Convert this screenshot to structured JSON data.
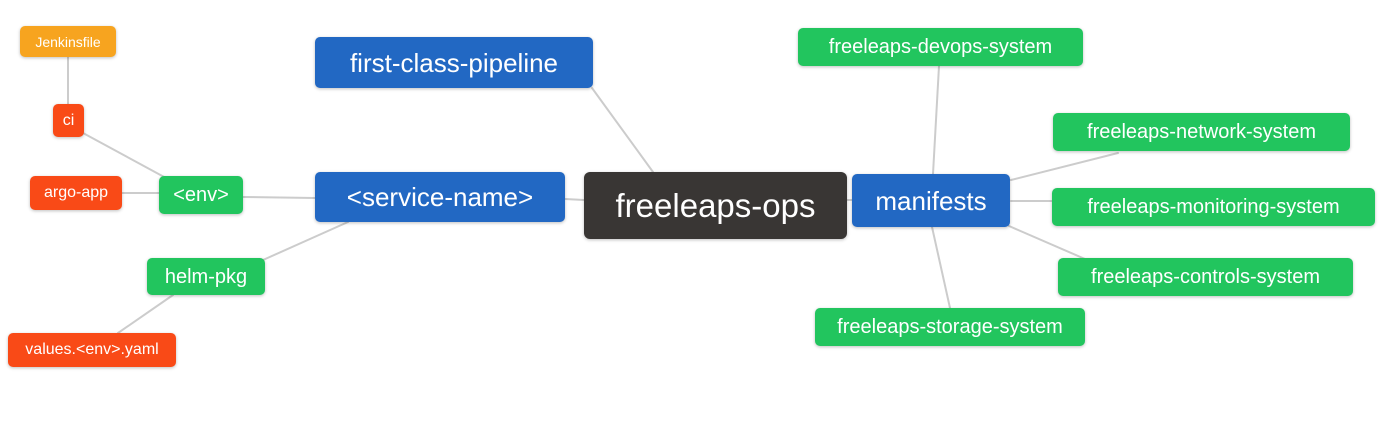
{
  "diagram": {
    "type": "mindmap",
    "palette": {
      "root_dark": "#393634",
      "branch_blue": "#2268c3",
      "leaf_green": "#22c55e",
      "leaf_red_orange": "#f94a17",
      "leaf_amber": "#f7a41f",
      "edge_gray": "#cccccc",
      "background": "#ffffff",
      "text": "#ffffff"
    },
    "nodes": {
      "root": {
        "label": "freeleaps-ops",
        "color": "#393634"
      },
      "first_class_pipeline": {
        "label": "first-class-pipeline",
        "color": "#2268c3"
      },
      "service_name": {
        "label": "<service-name>",
        "color": "#2268c3"
      },
      "manifests": {
        "label": "manifests",
        "color": "#2268c3"
      },
      "env": {
        "label": "<env>",
        "color": "#22c55e"
      },
      "helm_pkg": {
        "label": "helm-pkg",
        "color": "#22c55e"
      },
      "ci": {
        "label": "ci",
        "color": "#f94a17"
      },
      "argo_app": {
        "label": "argo-app",
        "color": "#f94a17"
      },
      "values_env_yaml": {
        "label": "values.<env>.yaml",
        "color": "#f94a17"
      },
      "jenkinsfile": {
        "label": "Jenkinsfile",
        "color": "#f7a41f"
      },
      "devops_system": {
        "label": "freeleaps-devops-system",
        "color": "#22c55e"
      },
      "network_system": {
        "label": "freeleaps-network-system",
        "color": "#22c55e"
      },
      "monitoring_system": {
        "label": "freeleaps-monitoring-system",
        "color": "#22c55e"
      },
      "controls_system": {
        "label": "freeleaps-controls-system",
        "color": "#22c55e"
      },
      "storage_system": {
        "label": "freeleaps-storage-system",
        "color": "#22c55e"
      }
    },
    "edges": [
      "jenkinsfile-ci",
      "ci-env",
      "argo_app-env",
      "env-service_name",
      "service_name-helm_pkg",
      "helm_pkg-values_env_yaml",
      "first_class_pipeline-root",
      "service_name-root",
      "root-manifests",
      "manifests-devops_system",
      "manifests-network_system",
      "manifests-monitoring_system",
      "manifests-controls_system",
      "manifests-storage_system"
    ]
  }
}
